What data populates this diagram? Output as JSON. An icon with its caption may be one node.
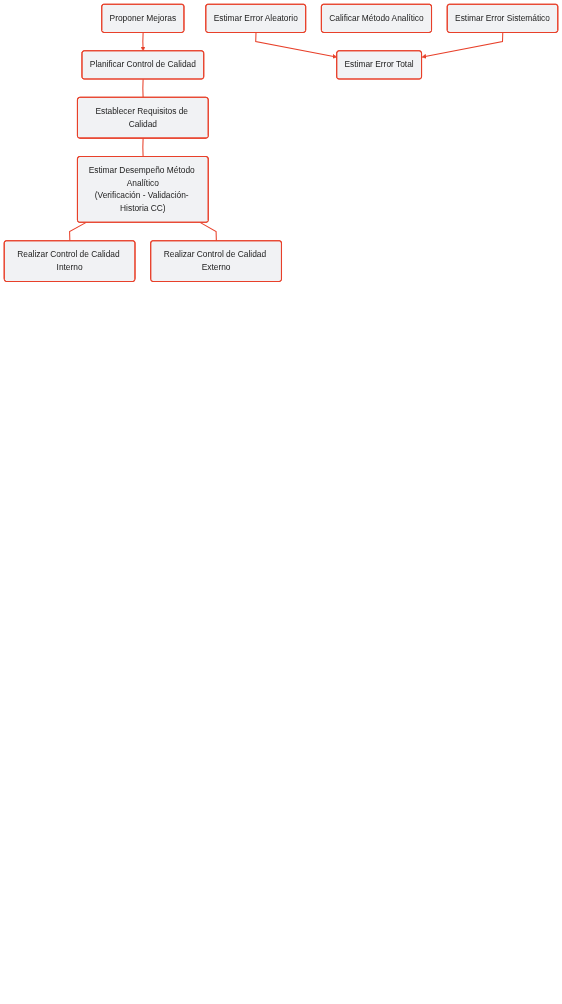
{
  "diagram": {
    "nodes": [
      {
        "text": [
          "Planificar Control de Calidad"
        ]
      },
      {
        "text": [
          "Establecer Requisitos de Calidad"
        ]
      },
      {
        "text": [
          "Estimar Desempeño Método Analítico",
          "(Verificación - Validación- Historia CC)"
        ]
      },
      {
        "text": [
          "Realizar Control de Calidad Interno"
        ]
      },
      {
        "text": [
          "Realizar Control de Calidad Externo"
        ]
      },
      {
        "text": [
          "Estimar Error Aleatorio"
        ]
      },
      {
        "text": [
          "Estimar Error Sistemático"
        ]
      },
      {
        "text": [
          "Estimar Error Total"
        ]
      },
      {
        "text": [
          "Calificar Método Analítico"
        ]
      },
      {
        "text": [
          "Proponer Mejoras"
        ]
      }
    ],
    "edges": [
      {
        "from": 0,
        "to": 1,
        "arrow": "none"
      },
      {
        "from": 1,
        "to": 2,
        "arrow": "none"
      },
      {
        "from": 2,
        "to": 3,
        "arrow": "none"
      },
      {
        "from": 2,
        "to": 4,
        "arrow": "none"
      },
      {
        "from": 5,
        "to": 7,
        "arrow": "to"
      },
      {
        "from": 6,
        "to": 7,
        "arrow": "to"
      },
      {
        "from": 9,
        "to": 0,
        "arrow": "to"
      }
    ]
  }
}
